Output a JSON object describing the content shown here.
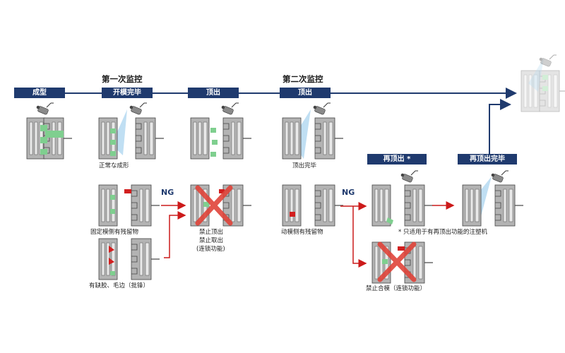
{
  "headers": {
    "molding": "成型",
    "mold_open": "开模完毕",
    "eject": "顶出",
    "eject2": "顶出",
    "re_eject": "再顶出 *",
    "re_eject_done": "再顶出完毕"
  },
  "titles": {
    "first_monitor": "第一次监控",
    "second_monitor": "第二次监控"
  },
  "captions": {
    "normal": "正常な成形",
    "eject_done": "顶出完毕",
    "fixed_residue": "固定模侧有残留物",
    "short_flash": "有缺胶、毛边（批锋）",
    "forbid_1": "禁止顶出",
    "forbid_2": "禁止取出",
    "forbid_3": "(连锁功能)",
    "moving_residue": "动模侧有残留物",
    "note": "* 只适用于有再顶出功能的注塑机",
    "forbid_close": "禁止合模（连锁功能）"
  },
  "ng_label": "NG",
  "colors": {
    "header_bg": "#1f3a6e",
    "timeline": "#1f3a6e",
    "arrow_red": "#cc1a1a",
    "part_green": "#7fcf8f",
    "residue_red": "#d21f1f",
    "cross": "#e0443a",
    "camera_beam": "#b9dcf2"
  },
  "icons": [
    "mold-icon",
    "camera-icon",
    "cross-icon",
    "arrow-icon"
  ]
}
